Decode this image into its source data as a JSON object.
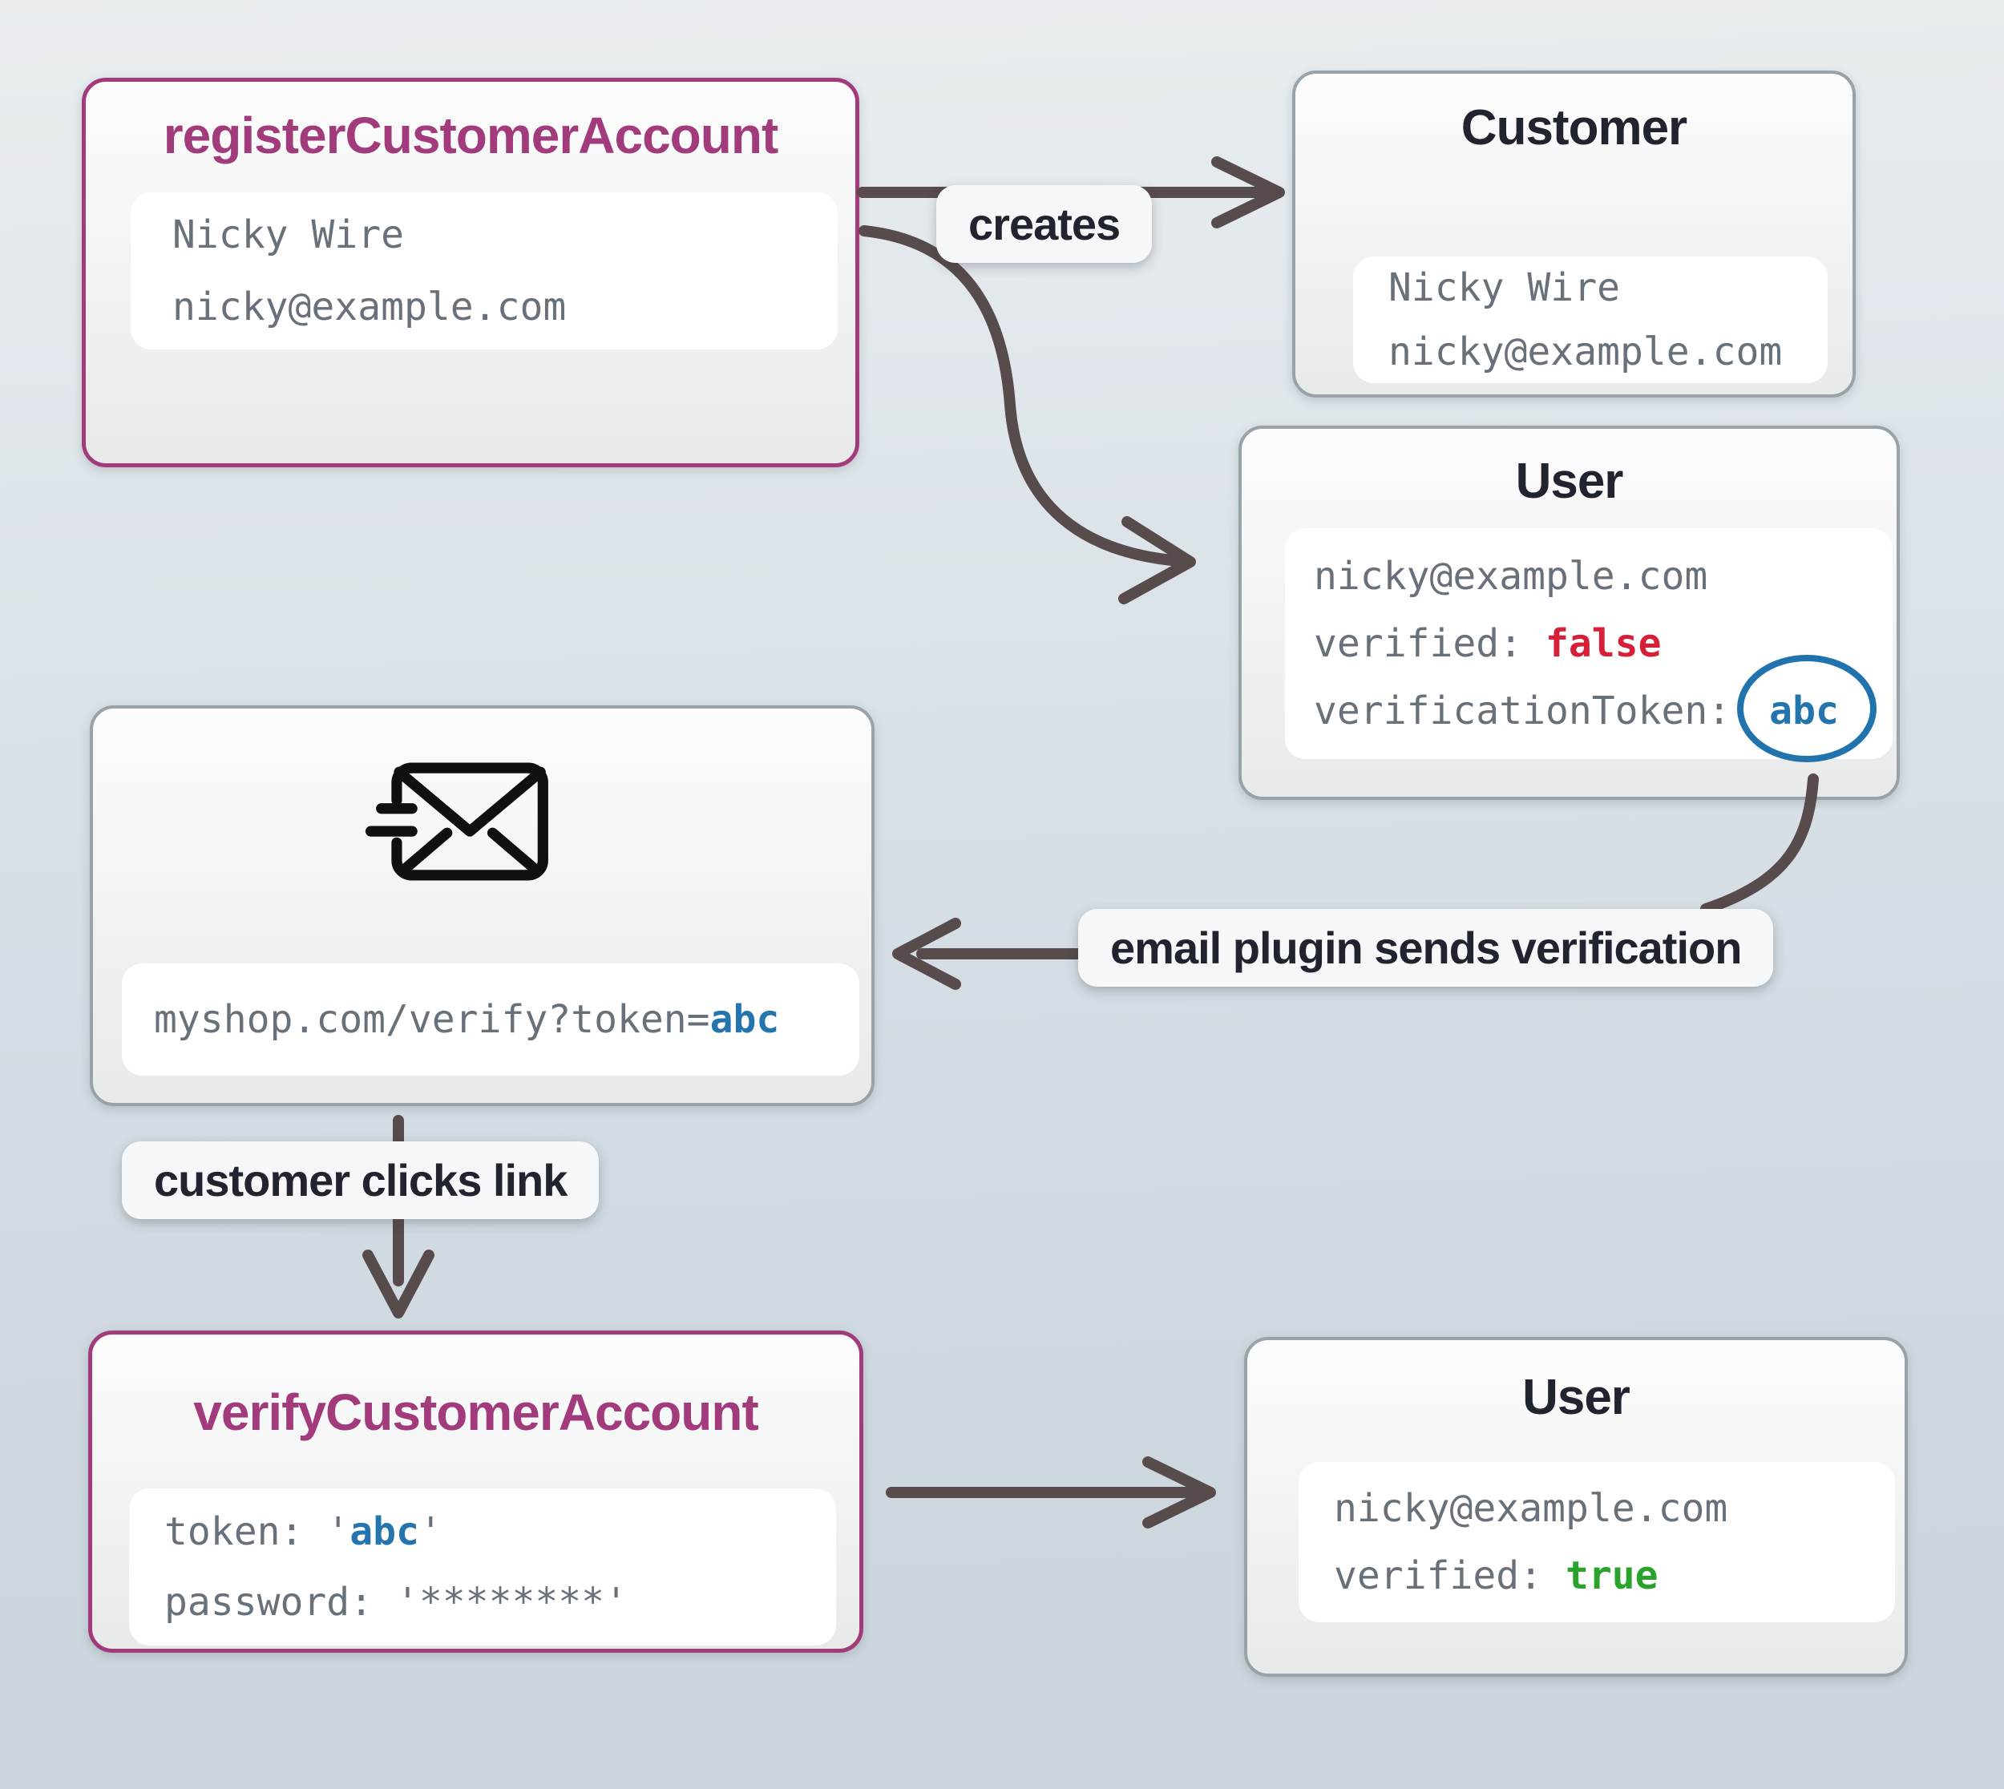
{
  "colors": {
    "accent_magenta": "#a23b7b",
    "false_red": "#d61f38",
    "true_green": "#2aa22c",
    "token_blue": "#2475ae",
    "arrow_brown": "#574b4b"
  },
  "nodes": {
    "register": {
      "title": "registerCustomerAccount",
      "name": "Nicky Wire",
      "email": "nicky@example.com"
    },
    "customer": {
      "title": "Customer",
      "name": "Nicky Wire",
      "email": "nicky@example.com"
    },
    "userUnverified": {
      "title": "User",
      "email": "nicky@example.com",
      "verifiedKey": "verified: ",
      "verifiedValue": "false",
      "tokenKey": "verificationToken:",
      "tokenValue": "abc"
    },
    "email": {
      "urlPrefix": "myshop.com/verify?token=",
      "urlToken": "abc"
    },
    "verify": {
      "title": "verifyCustomerAccount",
      "tokenPrefix": "token: '",
      "tokenValue": "abc",
      "tokenSuffix": "'",
      "passwordLine": "password: '********'"
    },
    "userVerified": {
      "title": "User",
      "email": "nicky@example.com",
      "verifiedKey": "verified: ",
      "verifiedValue": "true"
    }
  },
  "labels": {
    "creates": "creates",
    "emailPlugin": "email plugin sends verification",
    "customerClicks": "customer clicks link"
  }
}
